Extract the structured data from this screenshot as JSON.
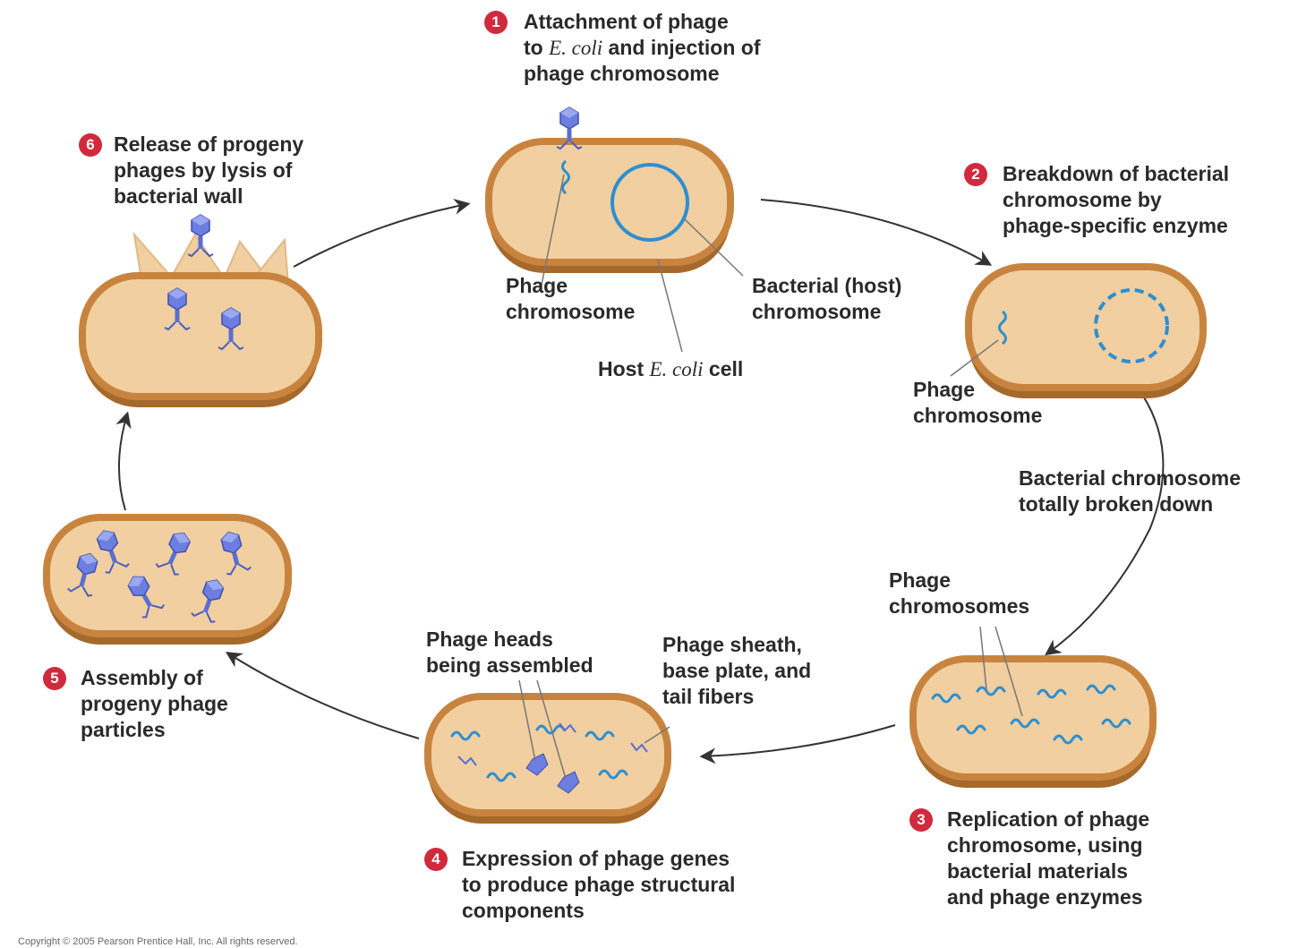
{
  "steps": [
    {
      "number": "1",
      "prefix": "Attachment of phage\nto ",
      "italic": "E. coli",
      "suffix": " and injection of\nphage chromosome"
    },
    {
      "number": "2",
      "text": "Breakdown of bacterial\nchromosome by\nphage-specific enzyme"
    },
    {
      "number": "3",
      "text": "Replication of phage\nchromosome, using\nbacterial materials\nand phage enzymes"
    },
    {
      "number": "4",
      "text": "Expression of phage genes\nto produce phage structural\ncomponents"
    },
    {
      "number": "5",
      "text": "Assembly of\nprogeny phage\nparticles"
    },
    {
      "number": "6",
      "text": "Release of progeny\nphages by lysis of\nbacterial wall"
    }
  ],
  "labels": {
    "phage_chromosome_1": "Phage\nchromosome",
    "bacterial_host_chromosome": "Bacterial (host)\nchromosome",
    "host_cell_prefix": "Host ",
    "host_cell_italic": "E. coli",
    "host_cell_suffix": " cell",
    "phage_chromosome_2": "Phage\nchromosome",
    "bacterial_broken_down": "Bacterial chromosome\ntotally broken down",
    "phage_chromosomes_3": "Phage\nchromosomes",
    "phage_heads": "Phage heads\nbeing assembled",
    "phage_sheath": "Phage sheath,\nbase plate, and\ntail fibers"
  },
  "colors": {
    "cell_fill": "#f1cfa0",
    "cell_rim": "#c8843e",
    "cell_rim_dark": "#a5692c",
    "dna": "#2d8fd0",
    "phage": "#5a6fd0",
    "badge": "#d02a3c",
    "arrow": "#333333"
  },
  "copyright": "Copyright © 2005 Pearson Prentice Hall, Inc. All rights reserved."
}
